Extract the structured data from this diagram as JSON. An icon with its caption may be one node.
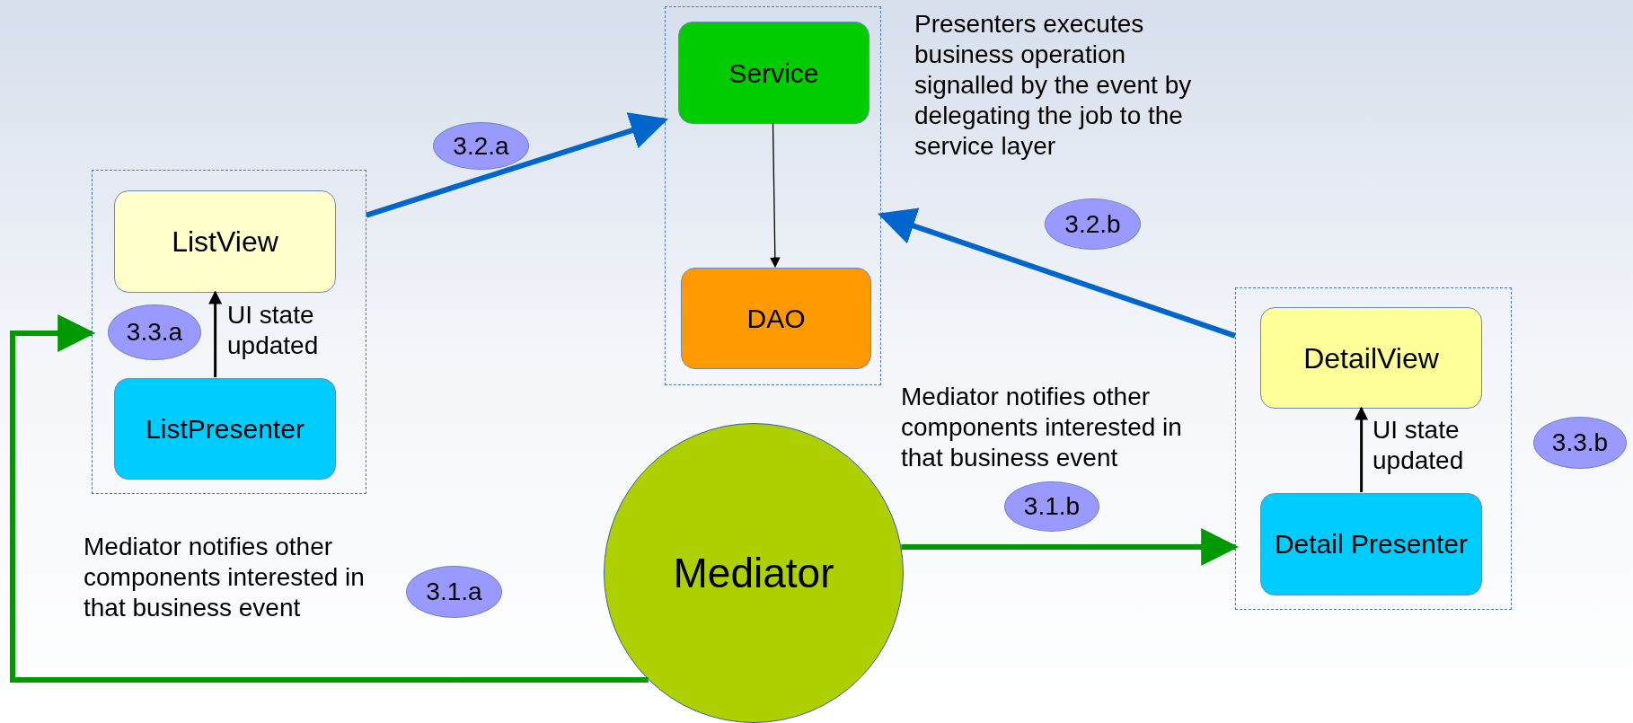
{
  "diagram": {
    "nodes": [
      {
        "text": [],
        "shape": "box"
      },
      {
        "text": [
          "ListView"
        ],
        "in": 0
      },
      {
        "text": [
          "ListPresenter"
        ],
        "in": 0
      },
      {
        "text": [],
        "shape": "box"
      },
      {
        "text": [
          "Service"
        ],
        "in": 3
      },
      {
        "text": [
          "DAO"
        ],
        "in": 3
      },
      {
        "text": [],
        "shape": "box"
      },
      {
        "text": [
          "DetailView"
        ],
        "in": 6
      },
      {
        "text": [
          "Detail Presenter"
        ],
        "in": 6
      },
      {
        "text": [
          "Mediator"
        ]
      },
      {
        "text": [
          "3.2.a"
        ]
      },
      {
        "text": [
          "3.2.b"
        ]
      },
      {
        "text": [
          "3.3.a"
        ],
        "in": 0
      },
      {
        "text": [
          "3.3.b"
        ]
      },
      {
        "text": [
          "3.1.b"
        ]
      },
      {
        "text": [
          "3.1.a"
        ]
      }
    ],
    "edges": [
      {
        "from": 4,
        "to": 5,
        "arrow": "to"
      },
      {
        "from": 2,
        "to": 1,
        "arrow": "to",
        "label": "UI state updated"
      },
      {
        "from": 8,
        "to": 7,
        "arrow": "to",
        "label": "UI state updated"
      },
      {
        "from": 0,
        "to": 3,
        "arrow": "to",
        "color": "#0066cc"
      },
      {
        "from": 6,
        "to": 3,
        "arrow": "to",
        "color": "#0066cc"
      },
      {
        "from": 9,
        "to": 0,
        "arrow": "to",
        "color": "#009900"
      },
      {
        "from": 9,
        "to": 6,
        "arrow": "to",
        "color": "#009900"
      }
    ],
    "labels": [
      "Presenters executes business operation signalled by the event by delegating the job to the service layer",
      "Mediator notifies other components interested in that business event",
      "Mediator notifies other components interested in that business event"
    ]
  }
}
